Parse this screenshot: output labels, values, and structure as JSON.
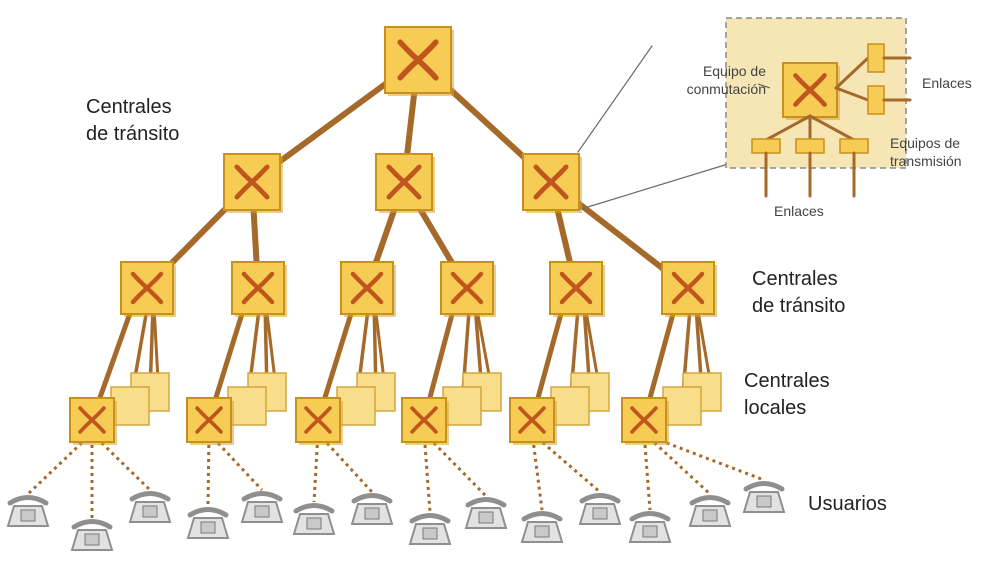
{
  "labels": {
    "transit_top": [
      "Centrales",
      "de tránsito"
    ],
    "transit_mid": [
      "Centrales",
      "de tránsito"
    ],
    "local": [
      "Centrales",
      "locales"
    ],
    "users": "Usuarios"
  },
  "inset": {
    "switching_equipment": [
      "Equipo de",
      "conmutación"
    ],
    "links_right": "Enlaces",
    "transmission_equipment": [
      "Equipos de",
      "transmisión"
    ],
    "links_bottom": "Enlaces"
  },
  "colors": {
    "box_fill": "#f7cc55",
    "box_stroke": "#c8901c",
    "symbol": "#c0561d",
    "link": "#a5692a",
    "inset_bg": "#f6e6b5",
    "phone": "#8f8f8f"
  },
  "icons": {
    "switch": "switch-icon",
    "phone": "telephone-icon"
  }
}
